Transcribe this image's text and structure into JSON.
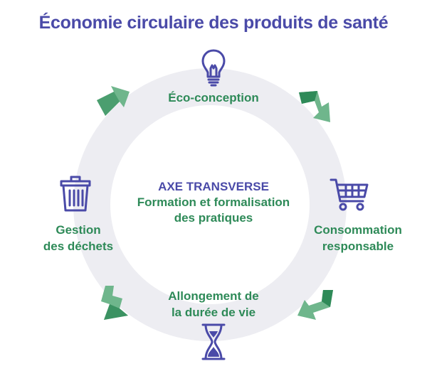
{
  "title": "Économie circulaire des produits de santé",
  "stages": {
    "top": "Éco-conception",
    "right": "Consommation\nresponsable",
    "bottom": "Allongement de\nla durée de vie",
    "left": "Gestion\ndes déchets"
  },
  "center": {
    "heading": "AXE TRANSVERSE",
    "text": "Formation et formalisation\ndes pratiques"
  },
  "colors": {
    "title": "#4a4aa8",
    "label": "#2e8a58",
    "ring": "#ededf2",
    "arrow_light": "#6fb68c",
    "arrow_dark": "#2e8a58",
    "icon": "#4a4aa8"
  },
  "icons": [
    "lightbulb-icon",
    "shopping-cart-icon",
    "hourglass-icon",
    "trash-bin-icon",
    "cycle-arrow-icon"
  ]
}
